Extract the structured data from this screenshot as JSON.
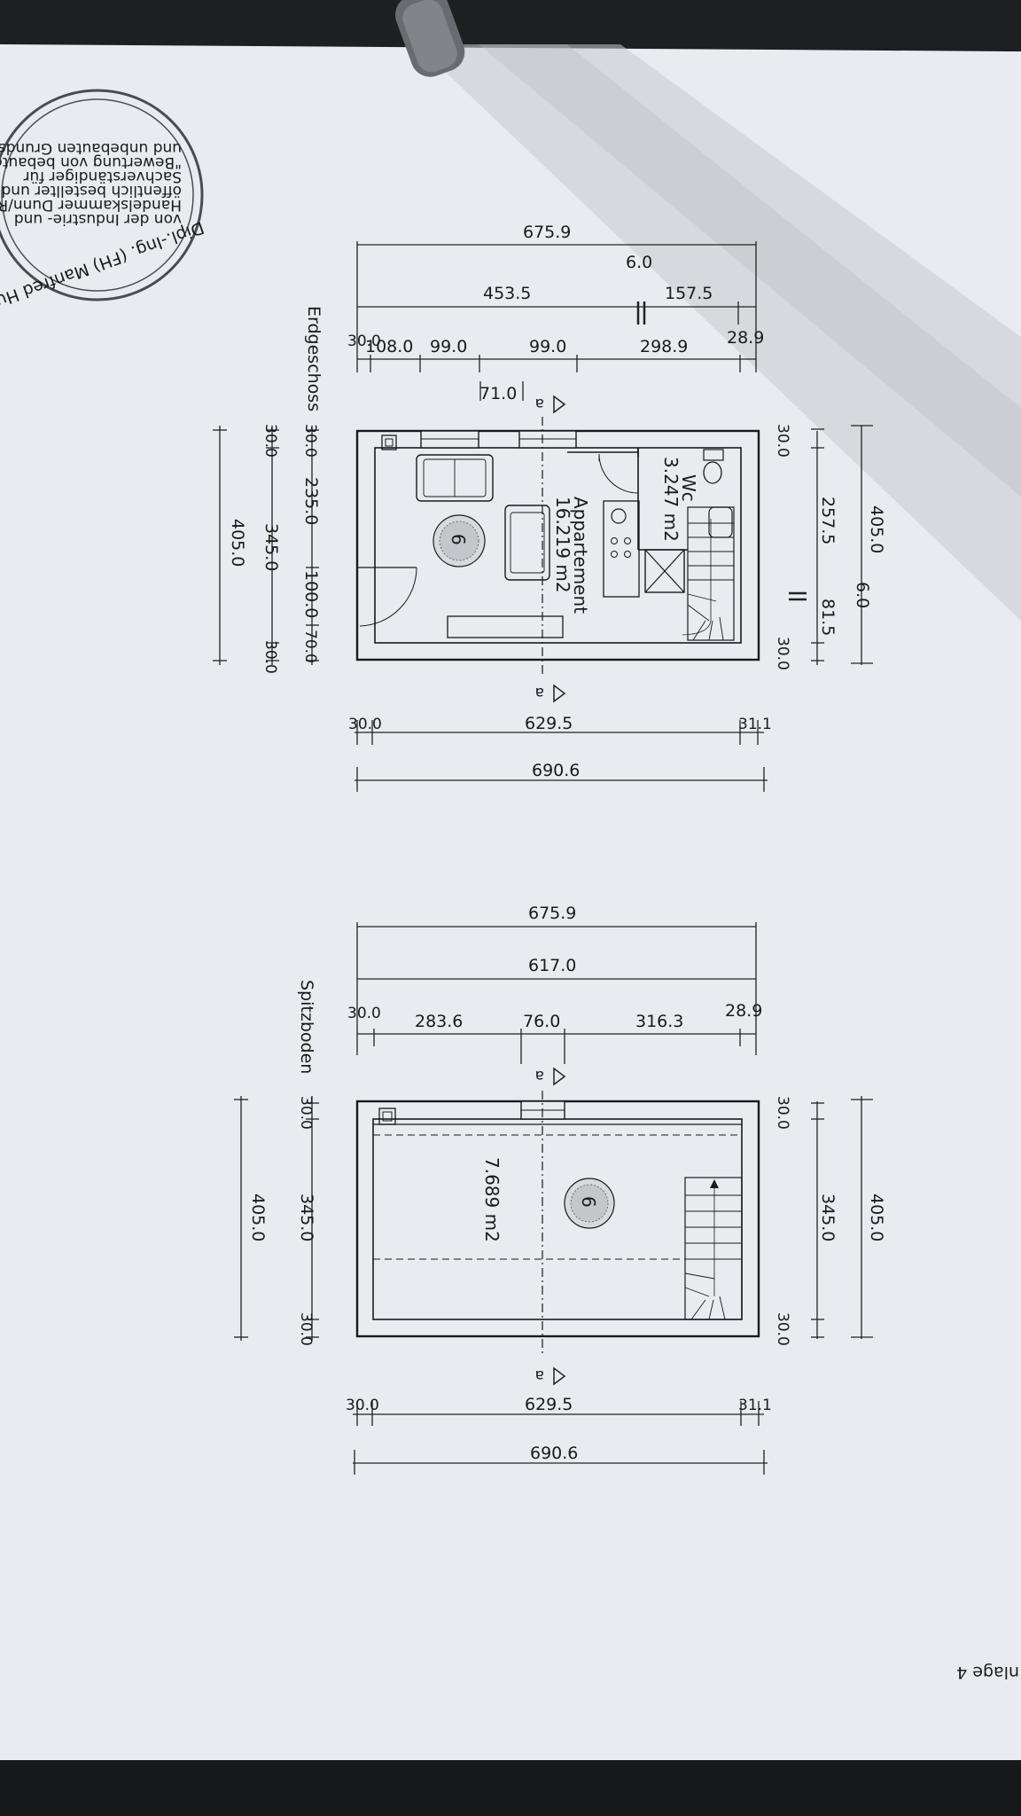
{
  "stamp": {
    "text": "Dipl.-Ing. (FH) Manfred Hu",
    "line1": "von der Industrie- und",
    "line2": "Handelskammer Dunn/Rhein-Sieg",
    "line3": "öffentlich bestellter und vereidigter",
    "line4": "Sachverständiger für",
    "line5": "\"Bewertung von bebauten",
    "line6": "und unbebauten Grundstücken\""
  },
  "page_label": "nlage 4",
  "erdgeschoss": {
    "label": "Erdgeschoss",
    "top_total": "675.9",
    "top_inner_a": "453.5",
    "top_inner_gap": "6.0",
    "top_inner_b": "157.5",
    "top_parts": [
      "30.0",
      "108.0",
      "99.0",
      "99.0",
      "298.9",
      "28.9"
    ],
    "top_small": "71.0",
    "right_total": "405.0",
    "right_gap": "6.0",
    "right_parts": [
      "30.0",
      "257.5",
      "81.5",
      "30.0"
    ],
    "left_parts": [
      "30.0",
      "235.0",
      "100.0",
      "70.0"
    ],
    "left_inner": [
      "30.0",
      "345.0",
      "30.0"
    ],
    "left_total": "405.0",
    "bottom_parts": [
      "30.0",
      "629.5",
      "31.1"
    ],
    "bottom_total": "690.6",
    "section_mark": "a",
    "room1_name": "Appartement",
    "room1_area": "16.219 m2",
    "room2_name": "Wc",
    "room2_area": "3.247 m2",
    "room_number": "6"
  },
  "spitzboden": {
    "label": "Spitzboden",
    "top_total": "675.9",
    "top_inner": "617.0",
    "top_parts": [
      "30.0",
      "283.6",
      "76.0",
      "316.3",
      "28.9"
    ],
    "right_total": "405.0",
    "right_parts": [
      "30.0",
      "345.0",
      "30.0"
    ],
    "left_parts": [
      "30.0",
      "345.0",
      "30.0"
    ],
    "left_total": "405.0",
    "bottom_parts": [
      "30.0",
      "629.5",
      "31.1"
    ],
    "bottom_total": "690.6",
    "section_mark": "a",
    "room_area": "7.689 m2",
    "room_number": "6"
  }
}
